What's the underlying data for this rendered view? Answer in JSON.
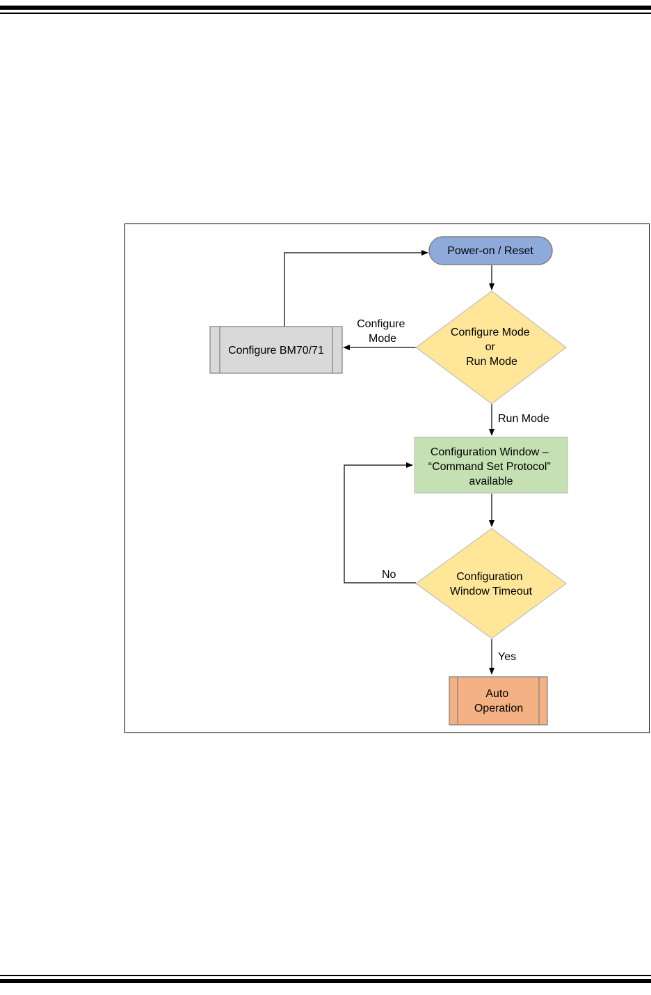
{
  "colors": {
    "start_fill": "#8eaadb",
    "decision_fill": "#ffe699",
    "process_fill": "#c5e0b3",
    "subprocess_gray_fill": "#d9d9d9",
    "subprocess_orange_fill": "#f4b183",
    "stroke": "#7f7f7f",
    "line": "#000000"
  },
  "flowchart": {
    "nodes": {
      "start": {
        "lines": [
          "Power-on / Reset"
        ]
      },
      "mode_decision": {
        "lines": [
          "Configure Mode",
          "or",
          "Run Mode"
        ]
      },
      "configure_bm": {
        "lines": [
          "Configure BM70/71"
        ]
      },
      "config_window": {
        "lines": [
          "Configuration Window –",
          "“Command Set Protocol”",
          "available"
        ]
      },
      "timeout_decision": {
        "lines": [
          "Configuration",
          "Window Timeout"
        ]
      },
      "auto_operation": {
        "lines": [
          "Auto",
          "Operation"
        ]
      }
    },
    "edges": {
      "configure_mode": {
        "lines": [
          "Configure",
          "Mode"
        ]
      },
      "run_mode": {
        "lines": [
          "Run Mode"
        ]
      },
      "no": {
        "lines": [
          "No"
        ]
      },
      "yes": {
        "lines": [
          "Yes"
        ]
      }
    }
  }
}
